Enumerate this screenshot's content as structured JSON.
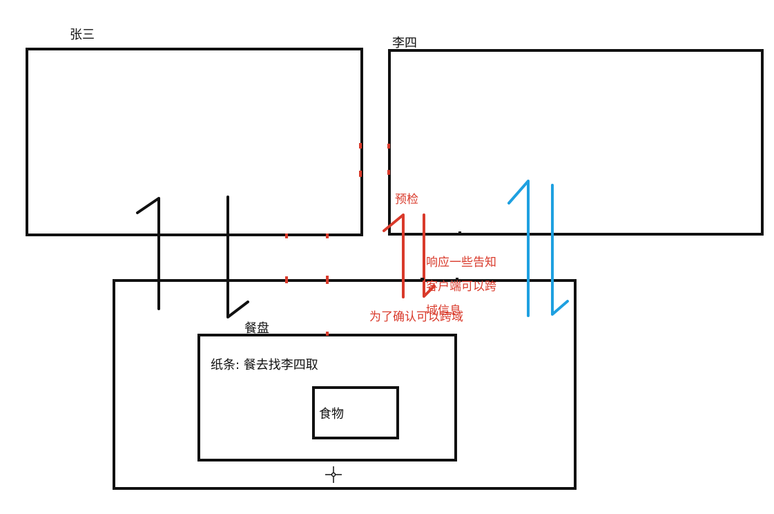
{
  "colors": {
    "ink": "#111111",
    "red": "#d93a2b",
    "blue": "#1ea0e0",
    "background": "#ffffff"
  },
  "labels": {
    "zhangsan": "张三",
    "lisi": "李四",
    "tray": "餐盘",
    "note": "纸条: 餐去找李四取",
    "food": "食物",
    "preflight": "预检",
    "response_line1": "响应一些告知",
    "response_line2": "客户端可以跨",
    "response_line3": "域信息",
    "confirm": "为了确认可以跨域"
  },
  "icons": {
    "cursor": "crosshair-cursor-icon"
  }
}
